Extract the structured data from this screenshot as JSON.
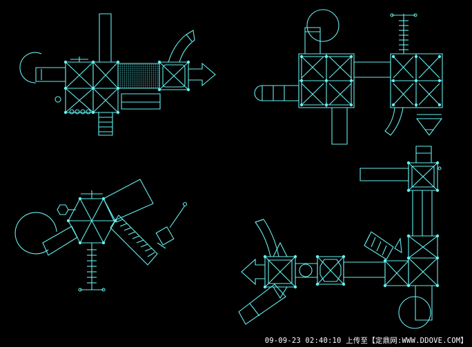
{
  "drawing": {
    "line_color": "#66f0f0",
    "background": "#000000",
    "views": [
      "playground-plan-1",
      "playground-plan-2",
      "playground-plan-3",
      "playground-plan-4"
    ]
  },
  "watermark": {
    "text": "09-09-23 02:40:10 上传至【定鼎网:WWW.DDOVE.COM】",
    "color": "#ffffff"
  }
}
